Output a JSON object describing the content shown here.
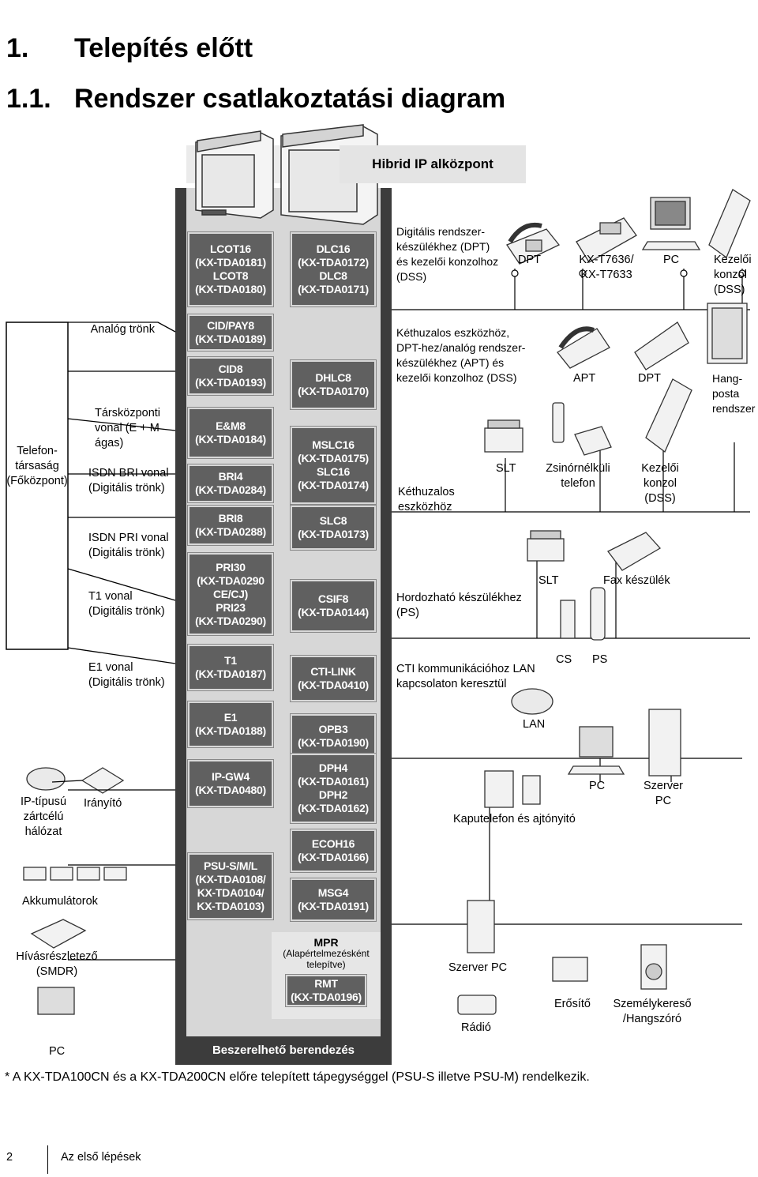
{
  "heading": {
    "chapter_num": "1.",
    "chapter": "Telepítés előtt",
    "section_num": "1.1.",
    "section": "Rendszer csatlakoztatási diagram"
  },
  "hibrid_label": "Hibrid IP alközpont",
  "banner": "Beszerelhető berendezés",
  "footnote": "* A KX-TDA100CN és a KX-TDA200CN előre telepített tápegységgel (PSU-S illetve PSU-M) rendelkezik.",
  "footer": {
    "page": "2",
    "title": "Az első lépések"
  },
  "left_cards": [
    "LCOT16\n(KX-TDA0181)\nLCOT8\n(KX-TDA0180)",
    "CID/PAY8\n(KX-TDA0189)",
    "CID8\n(KX-TDA0193)",
    "E&M8\n(KX-TDA0184)",
    "BRI4\n(KX-TDA0284)",
    "BRI8\n(KX-TDA0288)",
    "PRI30\n(KX-TDA0290\nCE/CJ)\nPRI23\n(KX-TDA0290)",
    "T1\n(KX-TDA0187)",
    "E1\n(KX-TDA0188)",
    "IP-GW4\n(KX-TDA0480)",
    "PSU-S/M/L\n(KX-TDA0108/\nKX-TDA0104/\nKX-TDA0103)"
  ],
  "right_cards": [
    "DLC16\n(KX-TDA0172)\nDLC8\n(KX-TDA0171)",
    "DHLC8\n(KX-TDA0170)",
    "MSLC16\n(KX-TDA0175)\nSLC16\n(KX-TDA0174)",
    "SLC8\n(KX-TDA0173)",
    "CSIF8\n(KX-TDA0144)",
    "CTI-LINK\n(KX-TDA0410)",
    "OPB3\n(KX-TDA0190)",
    "DPH4\n(KX-TDA0161)\nDPH2\n(KX-TDA0162)",
    "ECOH16\n(KX-TDA0166)",
    "MSG4\n(KX-TDA0191)"
  ],
  "mpr": {
    "title": "MPR",
    "sub": "(Alapértelmezésként\ntelepítve)",
    "rmt": "RMT\n(KX-TDA0196)"
  },
  "left_labels": {
    "telco": "Telefon-\ntársaság\n(Főközpont)",
    "analog": "Analóg trönk",
    "tarskozponti": "Társközponti\nvonal (E + M\nágas)",
    "isdn_bri": "ISDN BRI vonal\n(Digitális trönk)",
    "isdn_pri": "ISDN PRI vonal\n(Digitális trönk)",
    "t1": "T1 vonal\n(Digitális trönk)",
    "e1": "E1 vonal\n(Digitális trönk)",
    "ip_network": "IP-típusú\nzártcélú\nhálózat",
    "router": "Irányító",
    "batteries": "Akkumulátorok",
    "smdr": "Hívásrészletező\n(SMDR)",
    "pc": "PC"
  },
  "right_labels": {
    "digital_desc": "Digitális rendszer-\nkészülékhez (DPT)\nés kezelői konzolhoz\n(DSS)",
    "dpt": "DPT",
    "kx_t7636": "KX-T7636/\nKX-T7633",
    "pc_top": "PC",
    "kezeloi_top": "Kezelői\nkonzol\n(DSS)",
    "twowire_desc": "Kéthuzalos eszközhöz,\nDPT-hez/analóg rendszer-\nkészülékhez (APT) és\nkezelői konzolhoz (DSS)",
    "apt": "APT",
    "dpt2": "DPT",
    "hangposta": "Hang-\nposta\nrendszer",
    "slt1": "SLT",
    "twowire_device": "Kéthuzalos eszközhöz",
    "cordless": "Zsinórnélküli\ntelefon",
    "kezeloi_mid": "Kezelői\nkonzol\n(DSS)",
    "slt2": "SLT",
    "fax": "Fax készülék",
    "portable": "Hordozható készülékhez\n(PS)",
    "cs": "CS",
    "ps": "PS",
    "cti": "CTI kommunikációhoz LAN\nkapcsolaton keresztül",
    "lan": "LAN",
    "pc_lan": "PC",
    "server_pc": "Szerver\nPC",
    "doorphone": "Kaputelefon és ajtónyitó",
    "szerver_pc2": "Szerver PC",
    "radio": "Rádió",
    "amplifier": "Erősítő",
    "paging": "Személykereső\n/Hangszóró"
  }
}
